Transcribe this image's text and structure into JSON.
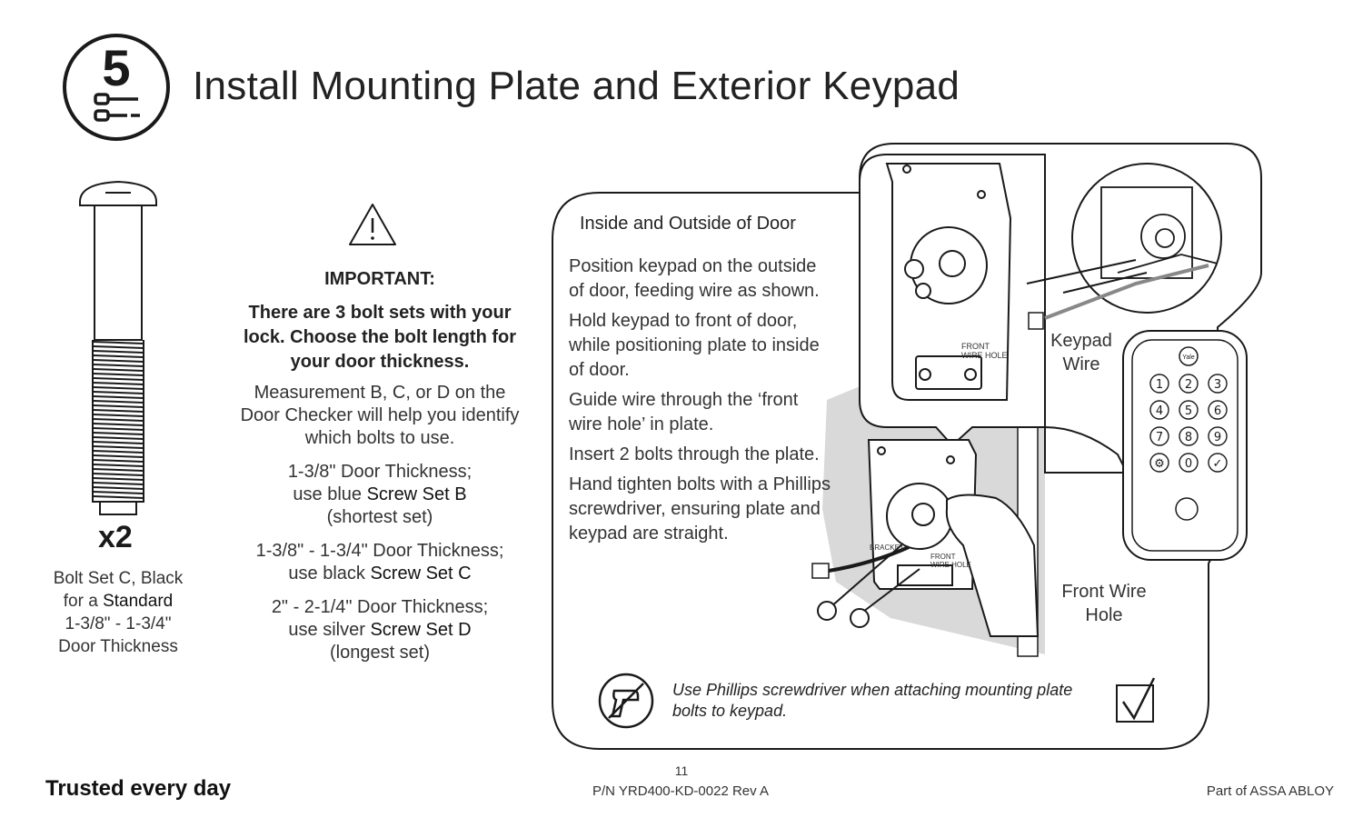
{
  "header": {
    "step_number": "5",
    "title": "Install Mounting Plate and Exterior Keypad"
  },
  "bolt": {
    "quantity": "x2",
    "caption_line1": "Bolt Set C, Black",
    "caption_line2_prefix": "for a ",
    "caption_line2_bold": "Standard",
    "caption_line3": "1-3/8\" - 1-3/4\"",
    "caption_line4": "Door Thickness"
  },
  "important": {
    "heading": "IMPORTANT:",
    "bold_message": "There are 3 bolt sets with your lock. Choose the bolt length for your door thickness.",
    "measurement_note": "Measurement B, C, or D on the Door Checker will help you identify which bolts to use.",
    "options": [
      {
        "thickness": "1-3/8\" Door Thickness;",
        "use_prefix": "use blue ",
        "set": "Screw Set B",
        "note": "(shortest set)"
      },
      {
        "thickness": "1-3/8\" - 1-3/4\" Door Thickness;",
        "use_prefix": "use black ",
        "set": "Screw Set C",
        "note": ""
      },
      {
        "thickness": "2\" - 2-1/4\" Door Thickness;",
        "use_prefix": "use silver ",
        "set": "Screw Set D",
        "note": "(longest set)"
      }
    ]
  },
  "panel": {
    "title": "Inside and Outside of Door",
    "steps": [
      "Position keypad on the outside of door, feeding wire as shown.",
      "Hold keypad to front of door, while positioning plate to inside of door.",
      "Guide wire through the ‘front wire hole’ in plate.",
      "Insert 2 bolts through the plate.",
      "Hand tighten bolts with a Phillips screwdriver, ensuring plate and keypad are straight."
    ],
    "label_keypad_wire_1": "Keypad",
    "label_keypad_wire_2": "Wire",
    "label_front_wire_1": "Front Wire",
    "label_front_wire_2": "Hole",
    "small_front_a": "FRONT",
    "small_front_b": "WIRE HOLE",
    "small_bracket": "BRACKET",
    "keypad_logo": "Yale",
    "keypad_keys": [
      "1",
      "2",
      "3",
      "4",
      "5",
      "6",
      "7",
      "8",
      "9",
      "⚙",
      "0",
      "✓"
    ],
    "tool_note": "Use Phillips screwdriver when attaching  mounting plate bolts to keypad."
  },
  "footer": {
    "slogan": "Trusted every day",
    "page_number": "11",
    "part_number": "P/N YRD400-KD-0022  Rev A",
    "brand": "Part of ASSA ABLOY"
  }
}
